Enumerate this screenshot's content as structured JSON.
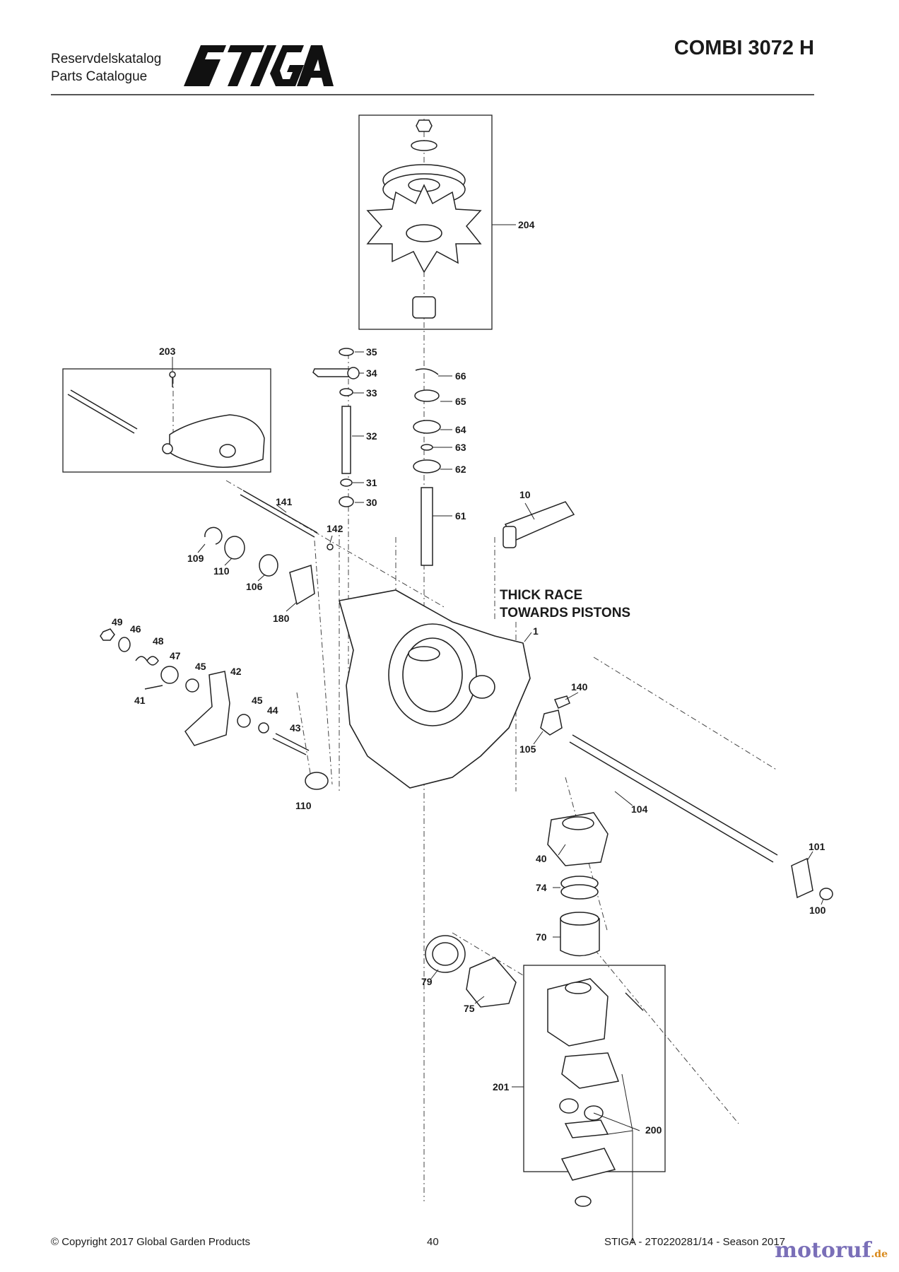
{
  "header": {
    "catalog_line1": "Reservdelskatalog",
    "catalog_line2": "Parts Catalogue",
    "brand": "STIGA",
    "model": "COMBI 3072 H"
  },
  "note": {
    "line1": "THICK RACE",
    "line2": "TOWARDS PISTONS"
  },
  "callouts": [
    "204",
    "203",
    "35",
    "34",
    "33",
    "32",
    "31",
    "30",
    "66",
    "65",
    "64",
    "63",
    "62",
    "61",
    "10",
    "141",
    "142",
    "109",
    "110",
    "106",
    "180",
    "1",
    "49",
    "46",
    "48",
    "47",
    "45",
    "42",
    "41",
    "45",
    "44",
    "43",
    "140",
    "105",
    "110",
    "104",
    "40",
    "101",
    "74",
    "100",
    "70",
    "79",
    "75",
    "201",
    "200"
  ],
  "footer": {
    "copyright": "© Copyright 2017 Global Garden Products",
    "page": "40",
    "doc": "STIGA - 2T0220281/14 - Season 2017"
  },
  "watermark": {
    "main": "motoruf",
    "suffix": ".de"
  },
  "colors": {
    "ink": "#1a1a1a",
    "rule": "#555555",
    "watermark": "#7a6fb8"
  }
}
